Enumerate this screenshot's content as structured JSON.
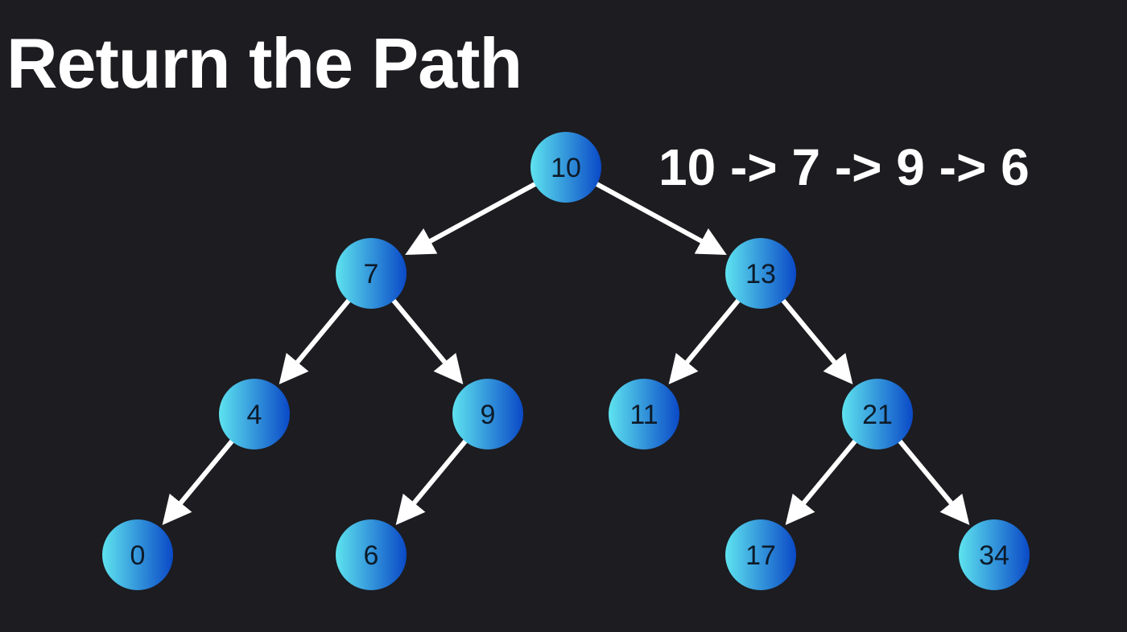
{
  "title": "Return the Path",
  "path_text": "10 -> 7 -> 9 -> 6",
  "colors": {
    "background": "#1c1c21",
    "text": "#ffffff",
    "edge": "#ffffff",
    "node_gradient_start": "#5ee3ef",
    "node_gradient_end": "#0a49c7",
    "node_label": "#0d1b2a"
  },
  "tree": {
    "nodes": [
      {
        "id": "n10",
        "label": "10"
      },
      {
        "id": "n7",
        "label": "7"
      },
      {
        "id": "n13",
        "label": "13"
      },
      {
        "id": "n4",
        "label": "4"
      },
      {
        "id": "n9",
        "label": "9"
      },
      {
        "id": "n11",
        "label": "11"
      },
      {
        "id": "n21",
        "label": "21"
      },
      {
        "id": "n0",
        "label": "0"
      },
      {
        "id": "n6",
        "label": "6"
      },
      {
        "id": "n17",
        "label": "17"
      },
      {
        "id": "n34",
        "label": "34"
      }
    ],
    "edges": [
      {
        "from": "n10",
        "to": "n7"
      },
      {
        "from": "n10",
        "to": "n13"
      },
      {
        "from": "n7",
        "to": "n4"
      },
      {
        "from": "n7",
        "to": "n9"
      },
      {
        "from": "n13",
        "to": "n11"
      },
      {
        "from": "n13",
        "to": "n21"
      },
      {
        "from": "n4",
        "to": "n0"
      },
      {
        "from": "n9",
        "to": "n6"
      },
      {
        "from": "n21",
        "to": "n17"
      },
      {
        "from": "n21",
        "to": "n34"
      }
    ]
  }
}
